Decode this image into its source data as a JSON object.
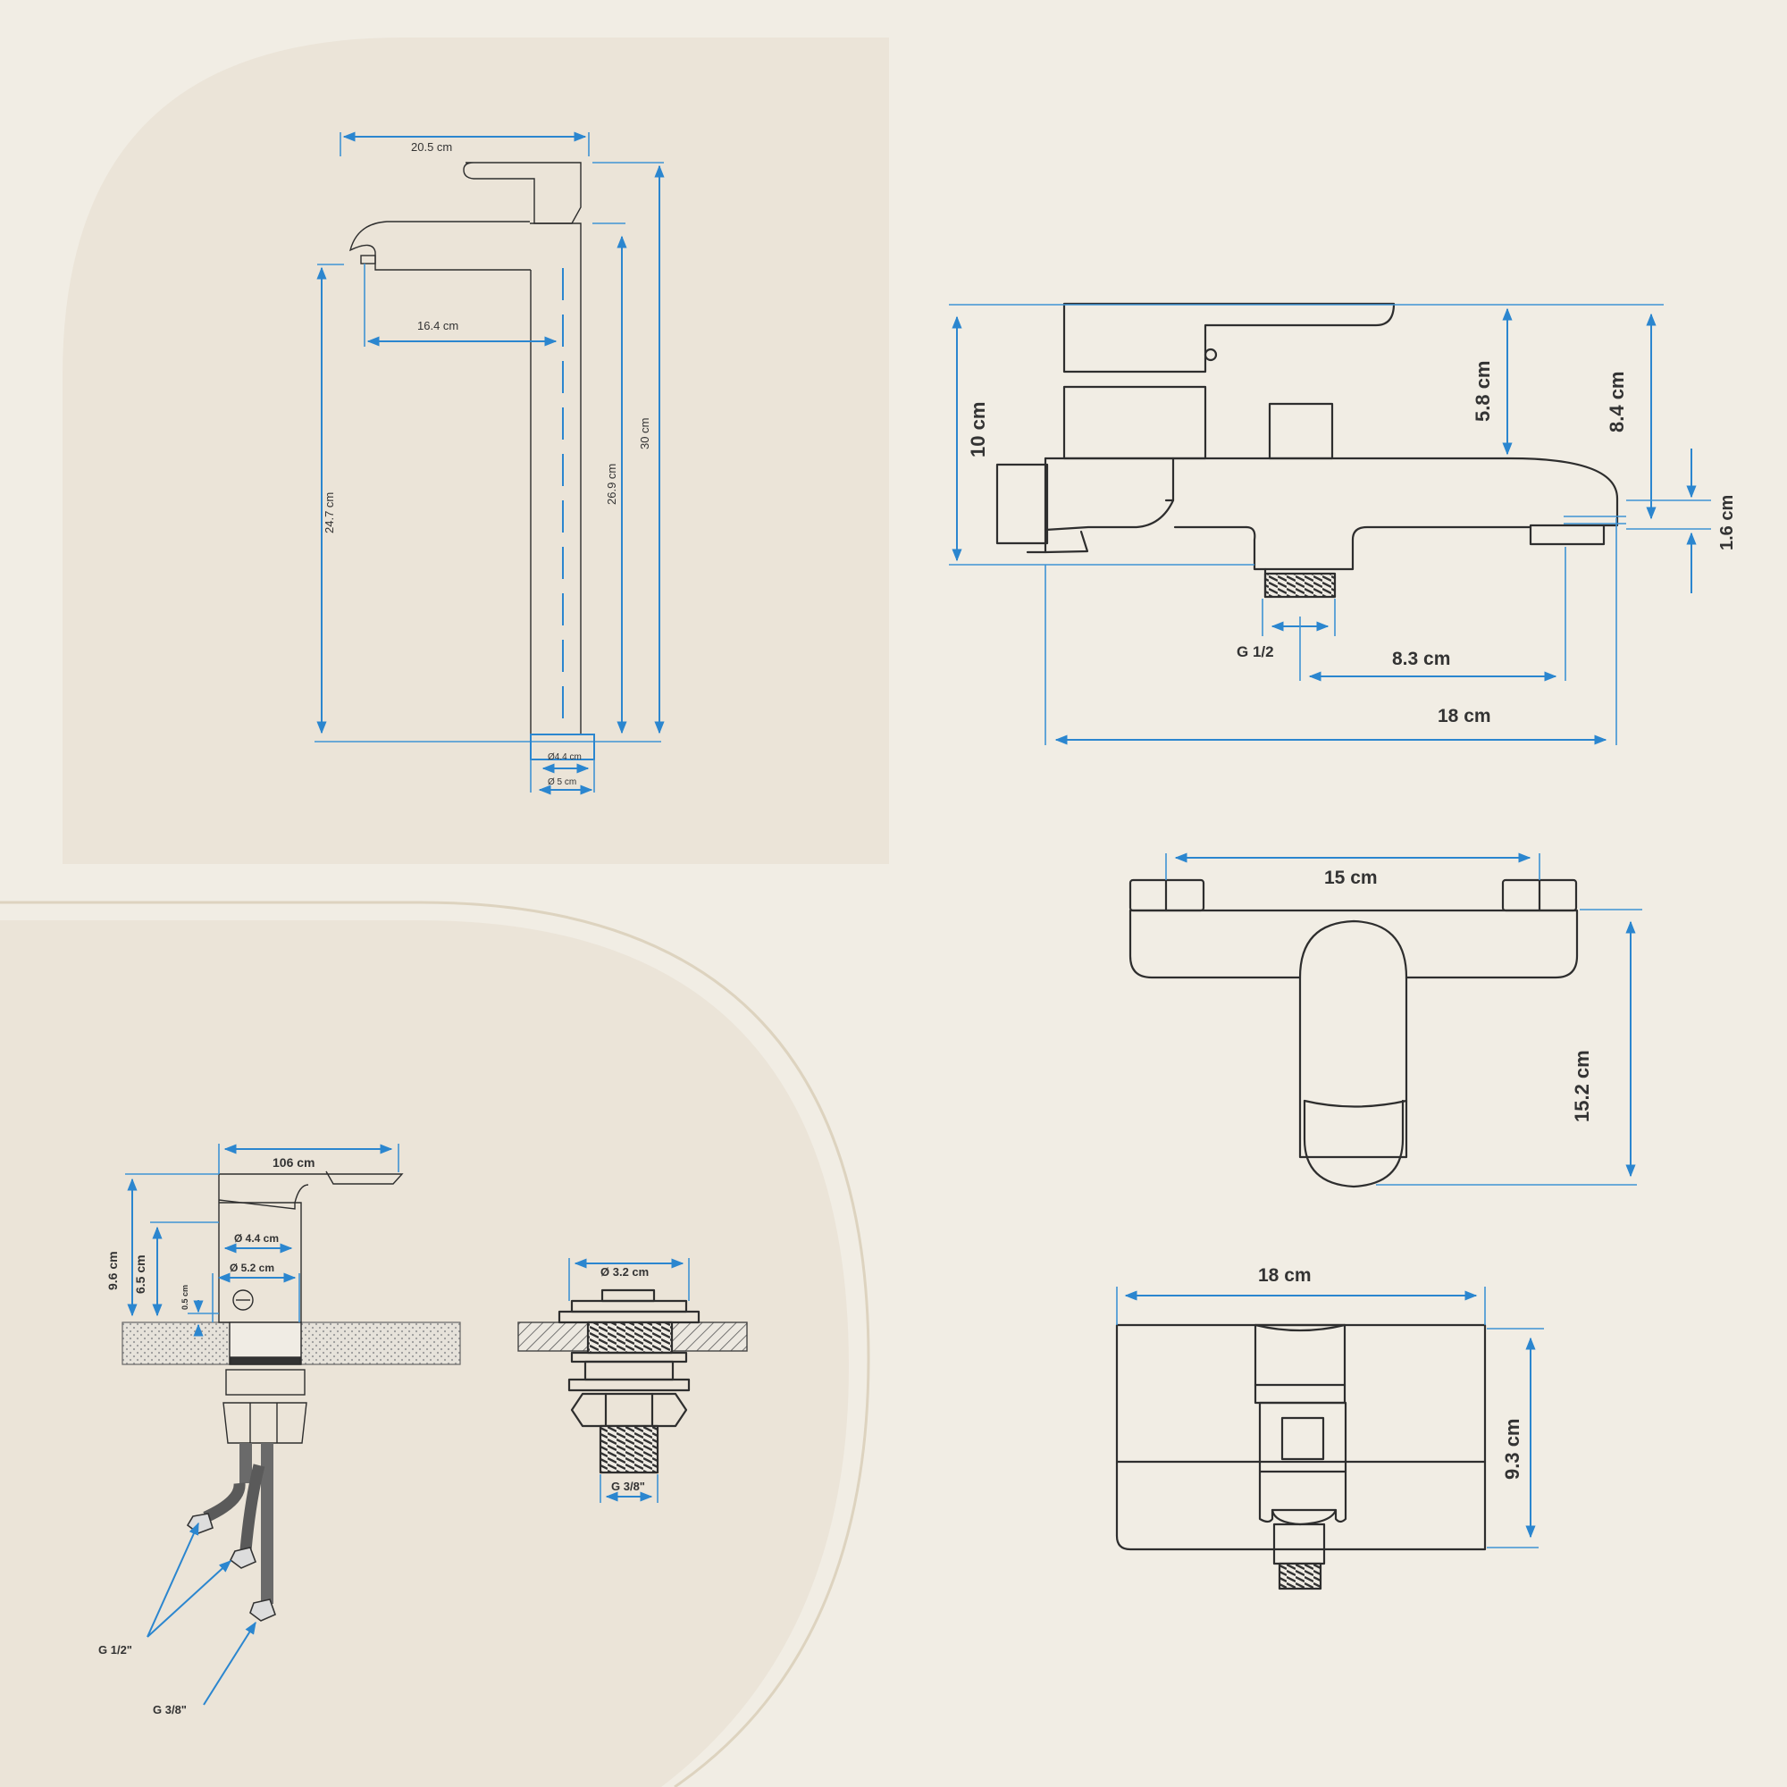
{
  "colors": {
    "page_background": "#f1ede4",
    "panel_background": "#ebe4d8",
    "divider_arc": "#ddd3bf",
    "dimension_lines": "#2b86cf",
    "drawing_ink": "#2e2e2e"
  },
  "tall_basin_mixer": {
    "width_top": "20.5 cm",
    "spout_reach": "16.4 cm",
    "height_total": "30 cm",
    "height_body": "26.9 cm",
    "height_spout": "24.7 cm",
    "base_inner_diameter": "Ø4.4 cm",
    "base_outer_diameter": "Ø 5 cm"
  },
  "bath_mixer_side": {
    "height_total": "10 cm",
    "height_lever": "5.8 cm",
    "height_to_spout": "8.4 cm",
    "spout_outlet": "1.6 cm",
    "inlet_thread": "G 1/2",
    "inlet_to_spout": "8.3 cm",
    "overall_length": "18 cm"
  },
  "bath_mixer_front": {
    "inlet_spacing": "15 cm",
    "depth": "15.2 cm"
  },
  "bath_mixer_top": {
    "width": "18 cm",
    "depth": "9.3 cm"
  },
  "installation_section": {
    "lever_length": "106 cm",
    "height_total": "9.6 cm",
    "height_body": "6.5 cm",
    "plate_thickness": "0.5 cm",
    "body_diameter": "Ø 4.4 cm",
    "base_diameter": "Ø 5.2 cm",
    "hose_thread_hot_cold": "G 1/2\"",
    "hose_thread_supply": "G 3/8\""
  },
  "fixing_kit": {
    "washer_diameter": "Ø 3.2 cm",
    "stud_thread": "G 3/8\""
  }
}
